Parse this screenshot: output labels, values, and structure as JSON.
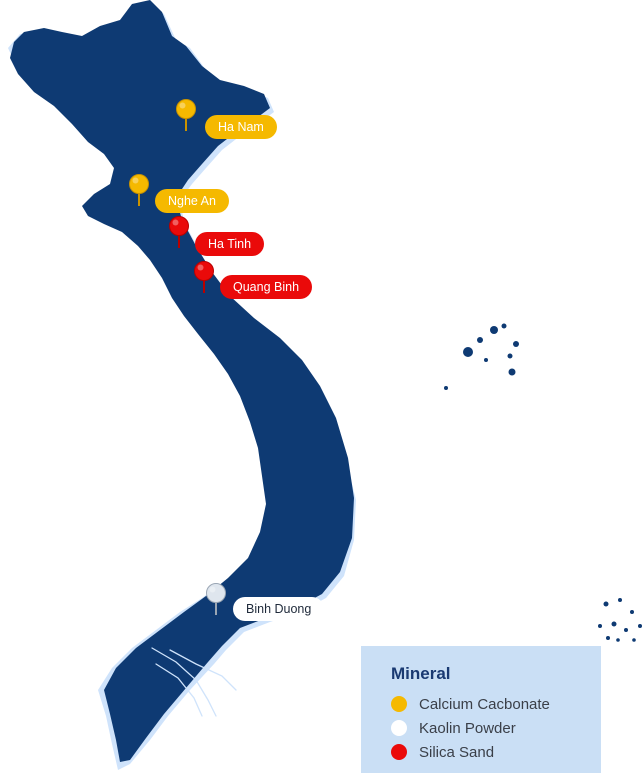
{
  "colors": {
    "land": "#0e3a73",
    "coast_glow": "#cfe3fb",
    "calcium": "#f5b900",
    "kaolin": "#ffffff",
    "silica": "#ea0a0a",
    "legend_bg": "#cadff5"
  },
  "markers": [
    {
      "name": "Ha Nam",
      "mineral": "calcium"
    },
    {
      "name": "Nghe An",
      "mineral": "calcium"
    },
    {
      "name": "Ha Tinh",
      "mineral": "silica"
    },
    {
      "name": "Quang Binh",
      "mineral": "silica"
    },
    {
      "name": "Binh Duong",
      "mineral": "kaolin"
    }
  ],
  "legend": {
    "title": "Mineral",
    "items": [
      {
        "label": "Calcium Cacbonate",
        "color": "#f5b900"
      },
      {
        "label": "Kaolin Powder",
        "color": "#ffffff"
      },
      {
        "label": "Silica Sand",
        "color": "#ea0a0a"
      }
    ]
  }
}
